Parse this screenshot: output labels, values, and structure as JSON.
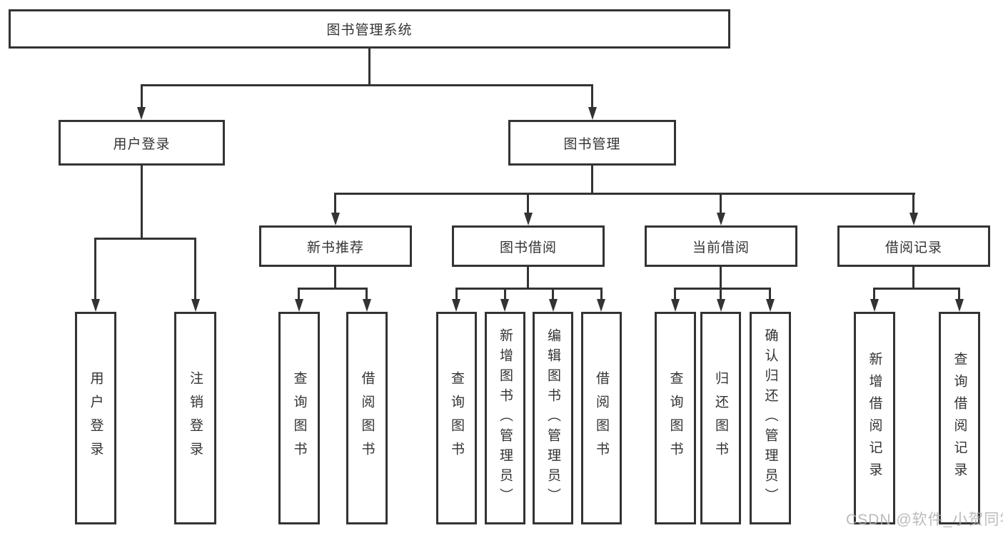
{
  "tree": {
    "root": {
      "label": "图书管理系统"
    },
    "level2": [
      {
        "label": "用户登录"
      },
      {
        "label": "图书管理"
      }
    ],
    "level3": [
      {
        "label": "新书推荐"
      },
      {
        "label": "图书借阅"
      },
      {
        "label": "当前借阅"
      },
      {
        "label": "借阅记录"
      }
    ],
    "leaves": [
      {
        "label": "用户登录"
      },
      {
        "label": "注销登录"
      },
      {
        "label": "查询图书"
      },
      {
        "label": "借阅图书"
      },
      {
        "label": "查询图书"
      },
      {
        "label": "新增图书（管理员）"
      },
      {
        "label": "编辑图书（管理员）"
      },
      {
        "label": "借阅图书"
      },
      {
        "label": "查询图书"
      },
      {
        "label": "归还图书"
      },
      {
        "label": "确认归还（管理员）"
      },
      {
        "label": "新增借阅记录"
      },
      {
        "label": "查询借阅记录"
      }
    ]
  },
  "watermark": {
    "text": "CSDN @软件_小贺同学"
  },
  "colors": {
    "line": "#333333",
    "box_bg": "#ffffff",
    "page_bg": "#ffffff",
    "watermark": "#b0b0b0"
  }
}
